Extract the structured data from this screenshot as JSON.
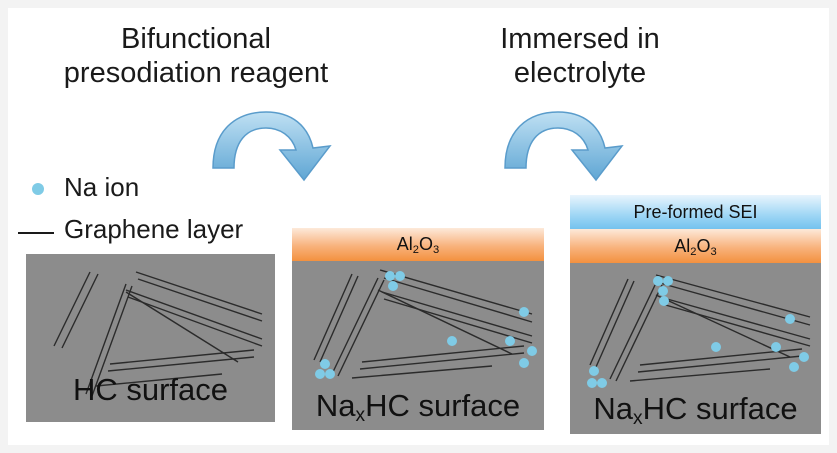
{
  "steps": [
    {
      "line1": "Bifunctional",
      "line2": "presodiation reagent"
    },
    {
      "line1": "Immersed in",
      "line2": "electrolyte"
    }
  ],
  "legend": {
    "na_ion": "Na ion",
    "graphene_layer": "Graphene layer"
  },
  "panels": [
    {
      "label": "HC surface"
    },
    {
      "label_pre": "Na",
      "label_sub": "x",
      "label_post": "HC surface",
      "layer": {
        "pre": "Al",
        "sub1": "2",
        "mid": "O",
        "sub2": "3"
      }
    },
    {
      "label_pre": "Na",
      "label_sub": "x",
      "label_post": "HC surface",
      "top_layer": "Pre-formed SEI",
      "layer": {
        "pre": "Al",
        "sub1": "2",
        "mid": "O",
        "sub2": "3"
      }
    }
  ],
  "colors": {
    "panel_gray": "#8c8c8c",
    "na_ion": "#7fcbe6",
    "arrow_blue": "#7ab7dd",
    "al2o3_orange": "#f3913f",
    "sei_blue": "#74c2ee"
  }
}
